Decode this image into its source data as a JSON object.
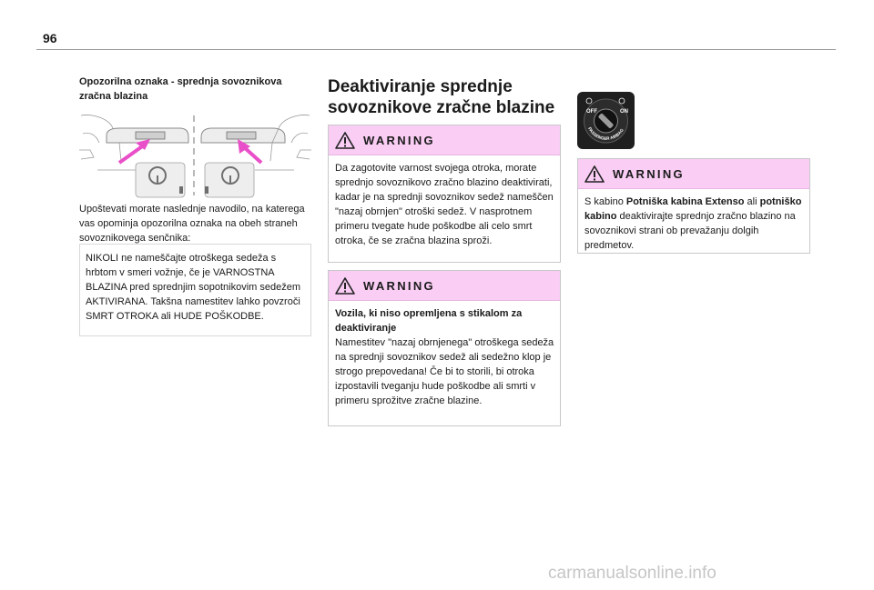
{
  "page": {
    "number": "96"
  },
  "col1": {
    "heading": "Opozorilna oznaka - sprednja sovoznikova zračna blazina",
    "intro": "Upoštevati morate naslednje navodilo, na katerega vas opominja opozorilna oznaka na obeh straneh sovoznikovega senčnika:",
    "note": "NIKOLI ne nameščajte otroškega sedeža s hrbtom v smeri vožnje, če je VARNOSTNA BLAZINA pred sprednjim sopotnikovim sedežem AKTIVIRANA. Takšna namestitev lahko povzroči SMRT OTROKA ali HUDE POŠKODBE."
  },
  "col2": {
    "title": "Deaktiviranje sprednje sovoznikove zračne blazine",
    "warning1": {
      "label": "WARNING",
      "text": "Da zagotovite varnost svojega otroka, morate sprednjo sovoznikovo zračno blazino deaktivirati, kadar je na sprednji sovoznikov sedež nameščen \"nazaj obrnjen\" otroški sedež. V nasprotnem primeru tvegate hude poškodbe ali celo smrt otroka, če se zračna blazina sproži."
    },
    "warning2": {
      "label": "WARNING",
      "bold": "Vozila, ki niso opremljena s stikalom za deaktiviranje",
      "text": "Namestitev \"nazaj obrnjenega\" otroškega sedeža na sprednji sovoznikov sedež ali sedežno klop je strogo prepovedana! Če bi to storili, bi otroka izpostavili tveganju hude poškodbe ali smrti v primeru sprožitve zračne blazine."
    }
  },
  "col3": {
    "icon": {
      "name": "passenger-airbag-switch-icon",
      "off": "OFF",
      "on": "ON",
      "ring": "PASSENGER AIRBAG"
    },
    "warning": {
      "label": "WARNING",
      "p1": "S kabino ",
      "b1": "Potniška kabina Extenso",
      "p2": " ali ",
      "b2": "potniško kabino",
      "p3": " deaktivirajte sprednjo zračno blazino na sovoznikovi strani ob prevažanju dolgih predmetov."
    }
  },
  "colors": {
    "warning_bg": "#f9cdf4",
    "arrow": "#e94fc9"
  },
  "watermark": "carmanualsonline.info"
}
